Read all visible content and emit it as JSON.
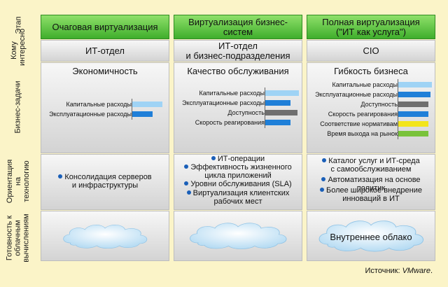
{
  "side_labels": {
    "stage": "Этап",
    "who": "Кому интересно",
    "business": "Бизнес-задачи",
    "tech": "Ориентация на технологию",
    "cloud": "Готовность к облачным вычислениям"
  },
  "colors": {
    "blue": "#1f7fd8",
    "light_blue": "#9fd3f5",
    "gray": "#6f6f6f",
    "yellow": "#f2e51b",
    "green": "#79c23a",
    "header_green": "#3fae2c"
  },
  "columns": [
    {
      "stage": "Очаговая виртуализация",
      "who": "ИТ-отдел",
      "biz_title": "Экономичность",
      "bars": [
        {
          "label": "Капитальные расходы",
          "value": 0.9,
          "color": "#9fd3f5"
        },
        {
          "label": "Эксплуатационные расходы",
          "value": 0.6,
          "color": "#1f7fd8"
        }
      ],
      "tech": [
        {
          "text": "Консолидация серверов\nи инфраструктуры",
          "bullet": true
        }
      ],
      "cloud_text": ""
    },
    {
      "stage": "Виртуализация бизнес-систем",
      "who": "ИТ-отдел\nи бизнес-подразделения",
      "biz_title": "Качество обслуживания",
      "bars": [
        {
          "label": "Капитальные расходы",
          "value": 1.0,
          "color": "#9fd3f5"
        },
        {
          "label": "Эксплуатационные расходы",
          "value": 0.75,
          "color": "#1f7fd8"
        },
        {
          "label": "Доступность",
          "value": 0.95,
          "color": "#6f6f6f"
        },
        {
          "label": "Скорость реагирования",
          "value": 0.75,
          "color": "#1f7fd8"
        }
      ],
      "tech": [
        {
          "text": "ИТ-операции",
          "bullet": true
        },
        {
          "text": "Эффективность жизненного\nцикла приложений",
          "bullet": true
        },
        {
          "text": "Уровни обслуживания (SLA)",
          "bullet": true
        },
        {
          "text": "Виртуализация клиентских\nрабочих мест",
          "bullet": true
        }
      ],
      "cloud_text": ""
    },
    {
      "stage": "Полная виртуализация\n(\"ИТ как услуга\")",
      "who": "CIO",
      "biz_title": "Гибкость бизнеса",
      "bars": [
        {
          "label": "Капитальные расходы",
          "value": 1.0,
          "color": "#9fd3f5"
        },
        {
          "label": "Эксплуатационные расходы",
          "value": 0.95,
          "color": "#1f7fd8"
        },
        {
          "label": "Доступность",
          "value": 0.9,
          "color": "#6f6f6f"
        },
        {
          "label": "Скорость реагирования",
          "value": 0.9,
          "color": "#1f7fd8"
        },
        {
          "label": "Соответствие нормативам",
          "value": 0.9,
          "color": "#f2e51b"
        },
        {
          "label": "Время выхода на рынок",
          "value": 0.9,
          "color": "#79c23a"
        }
      ],
      "tech": [
        {
          "text": "Каталог услуг и ИТ-среда\nс самообслуживанием",
          "bullet": true
        },
        {
          "text": "Автоматизация на основе политик",
          "bullet": true
        },
        {
          "text": "Более широкое внедрение\nинноваций в ИТ",
          "bullet": true
        }
      ],
      "cloud_text": "Внутреннее облако"
    }
  ],
  "source": {
    "prefix": "Источник: ",
    "name": "VMware",
    "suffix": "."
  }
}
